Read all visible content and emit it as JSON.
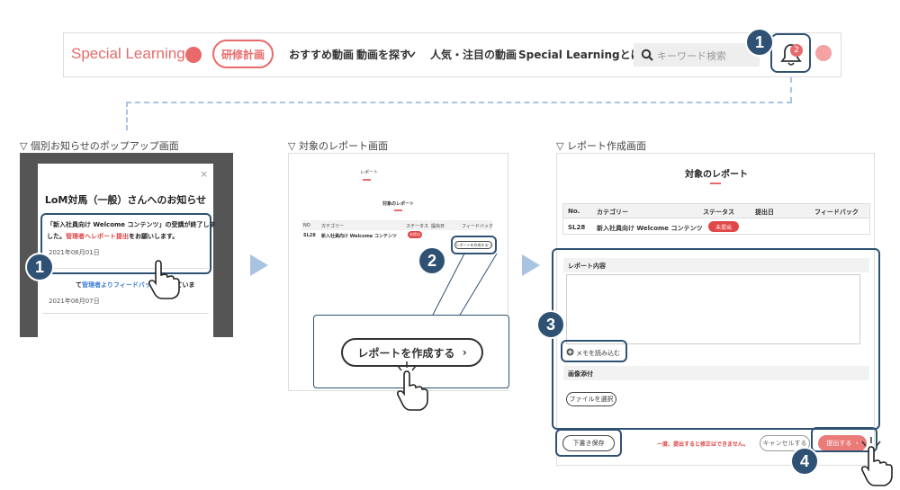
{
  "navbar": {
    "logo": "Special Learning",
    "primary_button": "研修計画",
    "items": [
      "おすすめ動画",
      "動画を探す",
      "人気・注目の動画",
      "Special Learningとは?"
    ],
    "search_placeholder": "キーワード検索",
    "notification_count": "2"
  },
  "steps": [
    "1",
    "1",
    "2",
    "3",
    "4"
  ],
  "captions": {
    "panel1": "▽ 個別お知らせのポップアップ画面",
    "panel2": "▽ 対象のレポート画面",
    "panel3": "▽ レポート作成画面"
  },
  "popup": {
    "title": "LoM対馬（一般）さんへのお知らせ",
    "close": "×",
    "msg_line1": "「新入社員向け Welcome コンテンツ」の受講が終了しま",
    "msg_line2_pre": "した。",
    "msg_line2_red": "管理者へレポート提出",
    "msg_line2_post": "をお願いします。",
    "date1": "2021年06月01日",
    "msg2_pre": "て",
    "msg2_blue": "管理者よりフィードバック",
    "msg2_post": "が届いていま",
    "date2": "2021年06月07日"
  },
  "report_page": {
    "tab": "レポート",
    "section_title": "対象のレポート",
    "headers": [
      "NO",
      "カテゴリー",
      "ステータス",
      "提出日",
      "フィードバック"
    ],
    "row": [
      "SL28",
      "新入社員向け Welcome コンテンツ"
    ],
    "status": "未提出",
    "small_button": "レポートを作成する ›",
    "zoom_button": "レポートを作成する",
    "zoom_button_arrow": "›"
  },
  "report_form": {
    "title": "対象のレポート",
    "headers": [
      "No.",
      "カテゴリー",
      "ステータス",
      "提出日",
      "フィードバック"
    ],
    "row": [
      "SL28",
      "新入社員向け Welcome コンテンツ"
    ],
    "status": "未提出",
    "content_label": "レポート内容",
    "memo_button": "メモを読み込む",
    "image_label": "画像添付",
    "file_button": "ファイルを選択",
    "draft_button": "下書き保存",
    "warning": "一度、提出すると修正はできません。",
    "cancel_button": "キャンセルする",
    "submit_button": "提出する",
    "submit_arrow": "›"
  }
}
